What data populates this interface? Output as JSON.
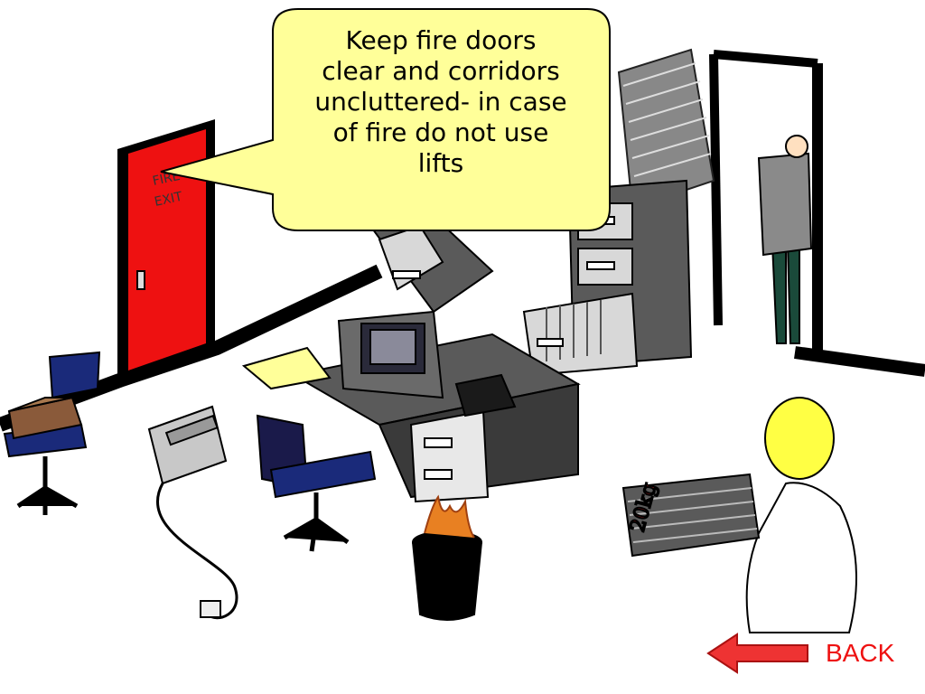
{
  "speech_bubble": {
    "text": "Keep fire doors\nclear and corridors\nuncluttered- in case\nof fire do not use\nlifts"
  },
  "door_sign": {
    "line1": "FIRE",
    "line2": "EXIT"
  },
  "box_label": "20kg",
  "back_button": {
    "label": "BACK"
  },
  "colors": {
    "fire_door": "#ee1111",
    "bubble_fill": "#ffff99",
    "back_arrow": "#ee3333",
    "back_text": "#ee1111",
    "chair_seat": "#1a2a7a",
    "cabinet": "#5a5a5a"
  }
}
